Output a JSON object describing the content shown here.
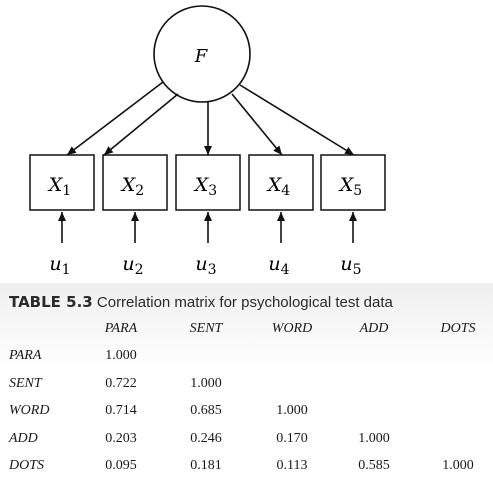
{
  "diagram": {
    "factor": "F",
    "variables": [
      {
        "name": "X",
        "sub": "1"
      },
      {
        "name": "X",
        "sub": "2"
      },
      {
        "name": "X",
        "sub": "3"
      },
      {
        "name": "X",
        "sub": "4"
      },
      {
        "name": "X",
        "sub": "5"
      }
    ],
    "errors": [
      {
        "name": "u",
        "sub": "1"
      },
      {
        "name": "u",
        "sub": "2"
      },
      {
        "name": "u",
        "sub": "3"
      },
      {
        "name": "u",
        "sub": "4"
      },
      {
        "name": "u",
        "sub": "5"
      }
    ]
  },
  "table": {
    "number": "TABLE 5.3",
    "title": "Correlation matrix for psychological test data",
    "columns": [
      "PARA",
      "SENT",
      "WORD",
      "ADD",
      "DOTS"
    ],
    "rows": [
      {
        "label": "PARA",
        "values": [
          "1.000"
        ]
      },
      {
        "label": "SENT",
        "values": [
          "0.722",
          "1.000"
        ]
      },
      {
        "label": "WORD",
        "values": [
          "0.714",
          "0.685",
          "1.000"
        ]
      },
      {
        "label": "ADD",
        "values": [
          "0.203",
          "0.246",
          "0.170",
          "1.000"
        ]
      },
      {
        "label": "DOTS",
        "values": [
          "0.095",
          "0.181",
          "0.113",
          "0.585",
          "1.000"
        ]
      }
    ]
  }
}
